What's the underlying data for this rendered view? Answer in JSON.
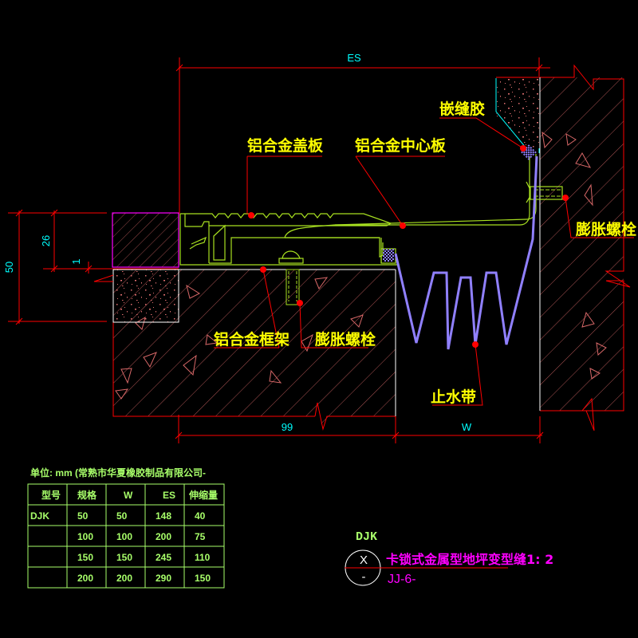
{
  "drawing": {
    "dimensions": {
      "top": "ES",
      "bottom_left": "99",
      "bottom_right": "W",
      "left_total": "50",
      "left_inner": "26",
      "left_gap": "1"
    },
    "callouts": {
      "sealant": "嵌缝胶",
      "cover_plate": "铝合金盖板",
      "center_plate": "铝合金中心板",
      "anchor_bolt_right": "膨胀螺栓",
      "frame": "铝合金框架",
      "anchor_bolt_bottom": "膨胀螺栓",
      "waterstop": "止水带"
    }
  },
  "spec_table": {
    "caption": "单位: mm (常熟市华夏橡胶制品有限公司-",
    "columns": [
      "型号",
      "规格",
      "W",
      "ES",
      "伸缩量"
    ],
    "rows": [
      [
        "DJK",
        "50",
        "50",
        "148",
        "40"
      ],
      [
        "",
        "100",
        "100",
        "200",
        "75"
      ],
      [
        "",
        "150",
        "150",
        "245",
        "110"
      ],
      [
        "",
        "200",
        "200",
        "290",
        "150"
      ]
    ]
  },
  "title_block": {
    "model": "DJK",
    "symbol_top": "X",
    "symbol_bottom": "-",
    "title": "卡锁式金属型地坪变型缝1: 2",
    "code": "JJ-6-"
  },
  "colors": {
    "background": "#000000",
    "dim_line": "#ff0000",
    "profile": "#a8e020",
    "hatch": "#e07070",
    "waterstop": "#9080ff",
    "label": "#ffff00",
    "dim_text": "#00ffff",
    "title_text": "#ff00ff",
    "table": "#a8ff6a"
  }
}
